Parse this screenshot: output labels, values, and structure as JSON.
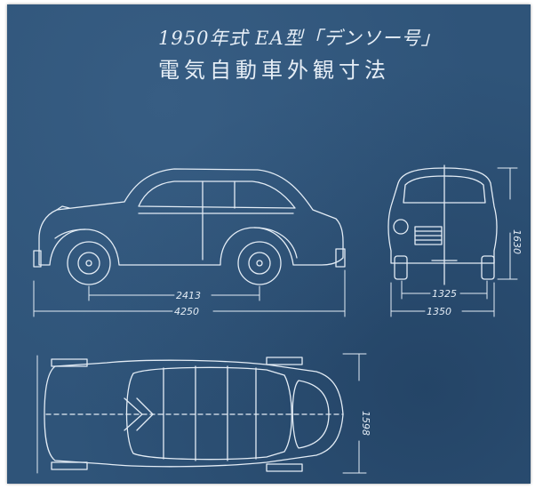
{
  "title": {
    "line1": "1950年式 EA型「デンソー号」",
    "line2": "電気自動車外観寸法"
  },
  "dimensions": {
    "wheelbase": "2413",
    "overall_length": "4250",
    "tread": "1325",
    "overall_width": "1350",
    "height": "1630",
    "top_width": "1598"
  },
  "colors": {
    "blueprint_background": "#2f5479",
    "line_color": "#e3ecf5"
  }
}
